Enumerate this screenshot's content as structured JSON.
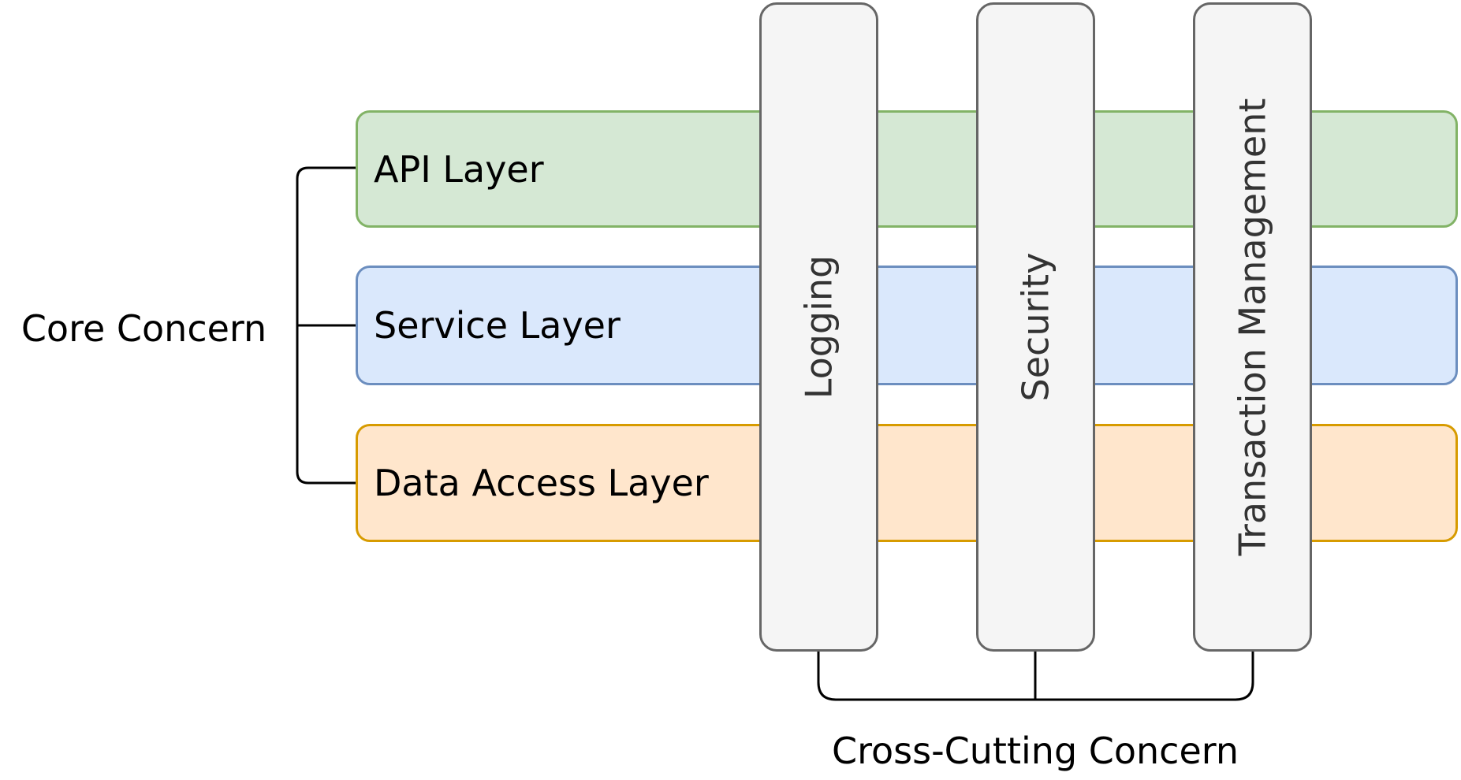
{
  "labels": {
    "core": "Core Concern",
    "cross": "Cross-Cutting Concern"
  },
  "layers": [
    {
      "label": "API Layer",
      "fill": "#d5e8d4",
      "stroke": "#82b366"
    },
    {
      "label": "Service Layer",
      "fill": "#dae8fc",
      "stroke": "#6c8ebf"
    },
    {
      "label": "Data Access Layer",
      "fill": "#ffe6cc",
      "stroke": "#d79b00"
    }
  ],
  "bars": [
    {
      "label": "Logging",
      "fill": "#f5f5f5",
      "stroke": "#666666"
    },
    {
      "label": "Security",
      "fill": "#f5f5f5",
      "stroke": "#666666"
    },
    {
      "label": "Transaction Management",
      "fill": "#f5f5f5",
      "stroke": "#666666"
    }
  ],
  "line_color": "#000000",
  "layer_text_color": "#000000",
  "bar_text_color": "#333333",
  "background_color": "#ffffff"
}
